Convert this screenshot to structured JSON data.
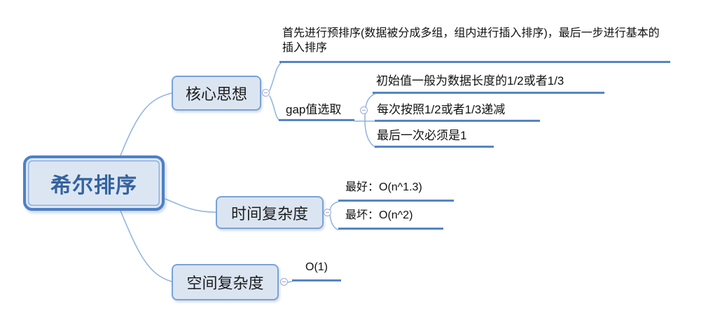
{
  "mindmap": {
    "root": {
      "label": "希尔排序"
    },
    "branches": [
      {
        "label": "核心思想",
        "children": [
          {
            "label": "首先进行预排序(数据被分成多组，组内进行插入排序)，最后一步进行基本的插入排序"
          },
          {
            "label": "gap值选取",
            "children": [
              {
                "label": "初始值一般为数据长度的1/2或者1/3"
              },
              {
                "label": "每次按照1/2或者1/3递减"
              },
              {
                "label": "最后一次必须是1"
              }
            ]
          }
        ]
      },
      {
        "label": "时间复杂度",
        "children": [
          {
            "label": "最好：O(n^1.3)"
          },
          {
            "label": "最坏：O(n^2)"
          }
        ]
      },
      {
        "label": "空间复杂度",
        "children": [
          {
            "label": "O(1)"
          }
        ]
      }
    ],
    "icons": {
      "toggle": "minus-circle"
    },
    "colors": {
      "background": "#ffffff",
      "node_fill": "#dbe5f2",
      "node_border": "#79a3d6",
      "root_border": "#4d80c6",
      "root_text": "#35639f",
      "branch_underline": "#5585c5",
      "connector": "#8fb3e0",
      "toggle": "#9fa9d8",
      "text": "#111111"
    }
  }
}
